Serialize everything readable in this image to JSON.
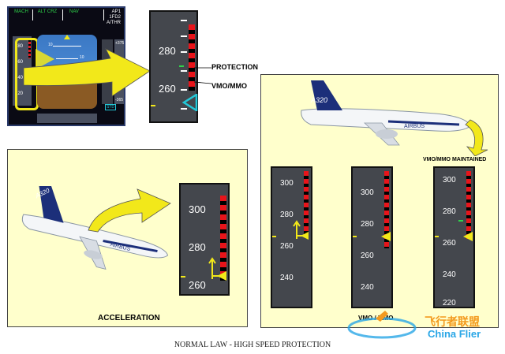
{
  "pfd": {
    "fma": {
      "mach": "MACH",
      "alt_crz": "ALT CRZ",
      "nav": "NAV",
      "ap1": "AP1",
      "fd2": "1FD2",
      "athr": "A/THR"
    },
    "speed_labels": [
      "280",
      "260",
      "240",
      "220"
    ],
    "alt_labels": [
      "+375",
      "2",
      "1",
      "-365"
    ],
    "pitch_labels": [
      "10",
      "10"
    ],
    "std_label": "STD"
  },
  "zoom": {
    "tape_labels": [
      "280",
      "260"
    ],
    "protection_label": "PROTECTION",
    "vmo_label": "VMO/MMO"
  },
  "left_panel": {
    "tape_labels": [
      "300",
      "280",
      "260"
    ],
    "caption": "ACCELERATION",
    "fuselage_text": "AIRBUS",
    "tail_text": "A320"
  },
  "right_panel": {
    "caption": "VMO/MMO MAINTAINED",
    "bottom_label": "VMO / MMO",
    "fuselage_text": "AIRBUS",
    "tail_text": "A320",
    "tape1_labels": [
      "300",
      "280",
      "260",
      "240"
    ],
    "tape2_labels": [
      "300",
      "280",
      "260",
      "240"
    ],
    "tape3_labels": [
      "300",
      "280",
      "260",
      "240",
      "220"
    ]
  },
  "figure_caption": "NORMAL LAW - HIGH SPEED PROTECTION",
  "watermark": {
    "cn": "飞行者联盟",
    "en": "China Flier"
  },
  "colors": {
    "red": "#e8141a",
    "yellow": "#f2e81a",
    "green": "#2fd44a",
    "cyan": "#24c8d8",
    "tape": "#44474d",
    "panel": "#ffffcc"
  }
}
